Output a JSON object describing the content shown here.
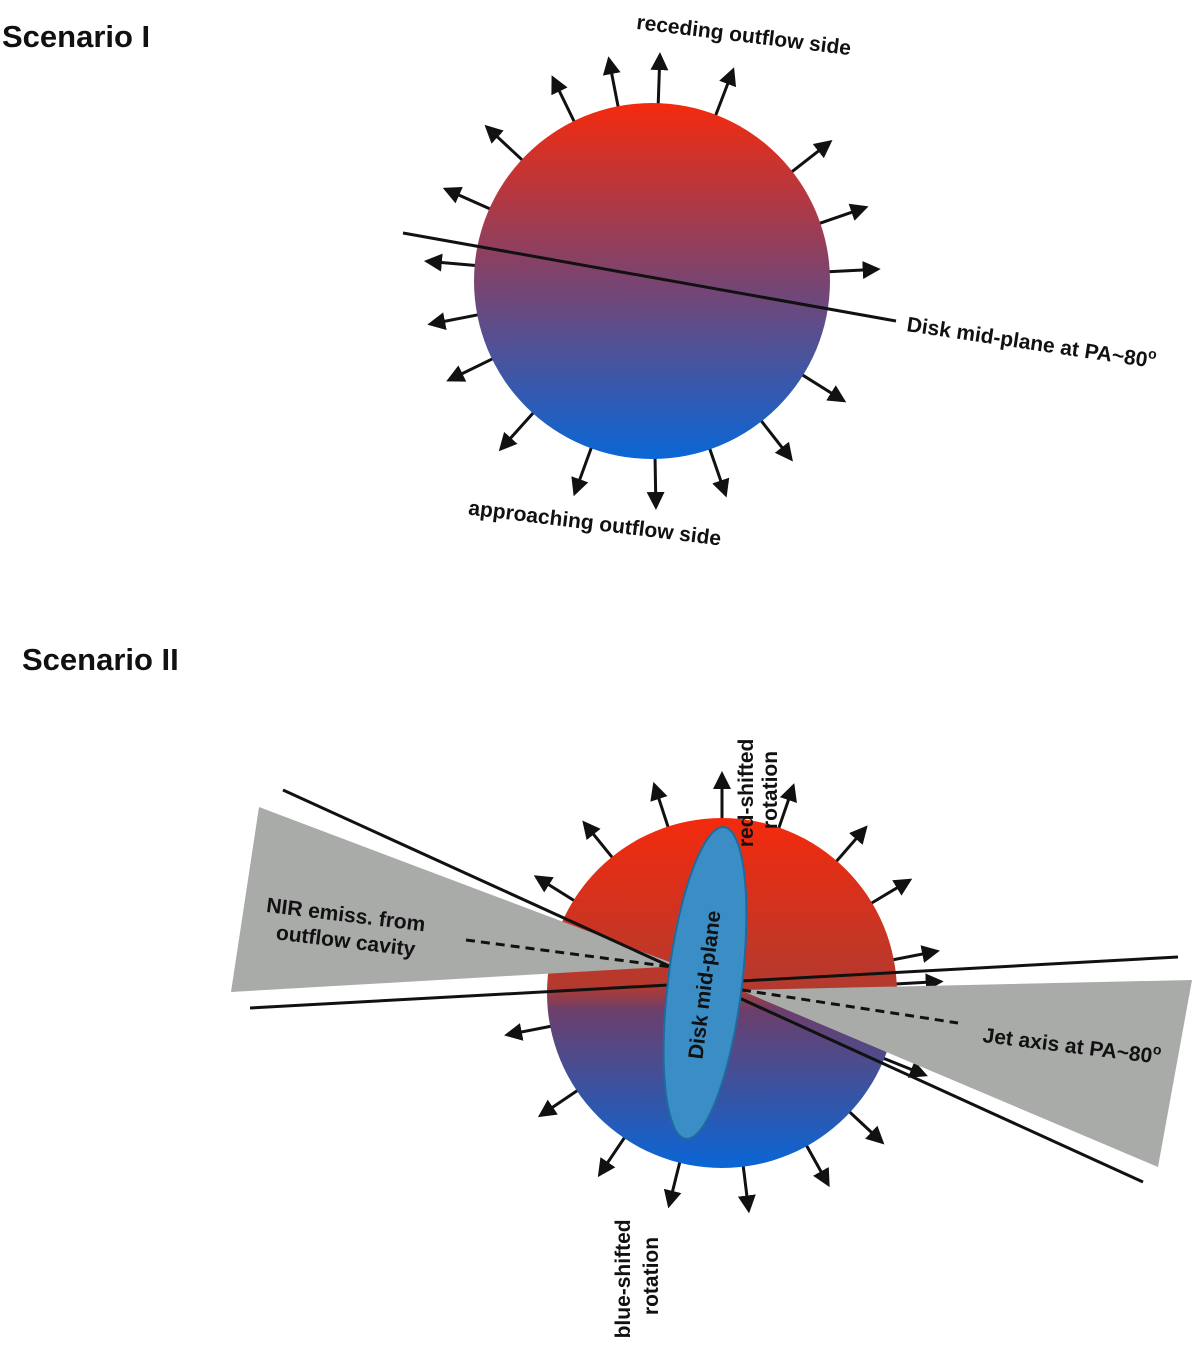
{
  "scenario_1": {
    "title": "Scenario I",
    "receding_label": "receding outflow side",
    "approaching_label": "approaching outflow side",
    "disk_label": "Disk mid-plane at PA~80",
    "degree_symbol": "o"
  },
  "scenario_2": {
    "title": "Scenario II",
    "red_rotation_line1": "red-shifted",
    "red_rotation_line2": "rotation",
    "blue_rotation_line1": "blue-shifted",
    "blue_rotation_line2": "rotation",
    "nir_line1": "NIR emiss. from",
    "nir_line2": "outflow cavity",
    "disk_label": "Disk mid-plane",
    "jet_label": "Jet axis at PA~80",
    "degree_symbol": "o"
  },
  "colors": {
    "redshift": "#f42a0d",
    "blueshift": "#0a66d6",
    "cone_gray": "#a9aba9",
    "disk_blue": "#3b8ec5"
  }
}
